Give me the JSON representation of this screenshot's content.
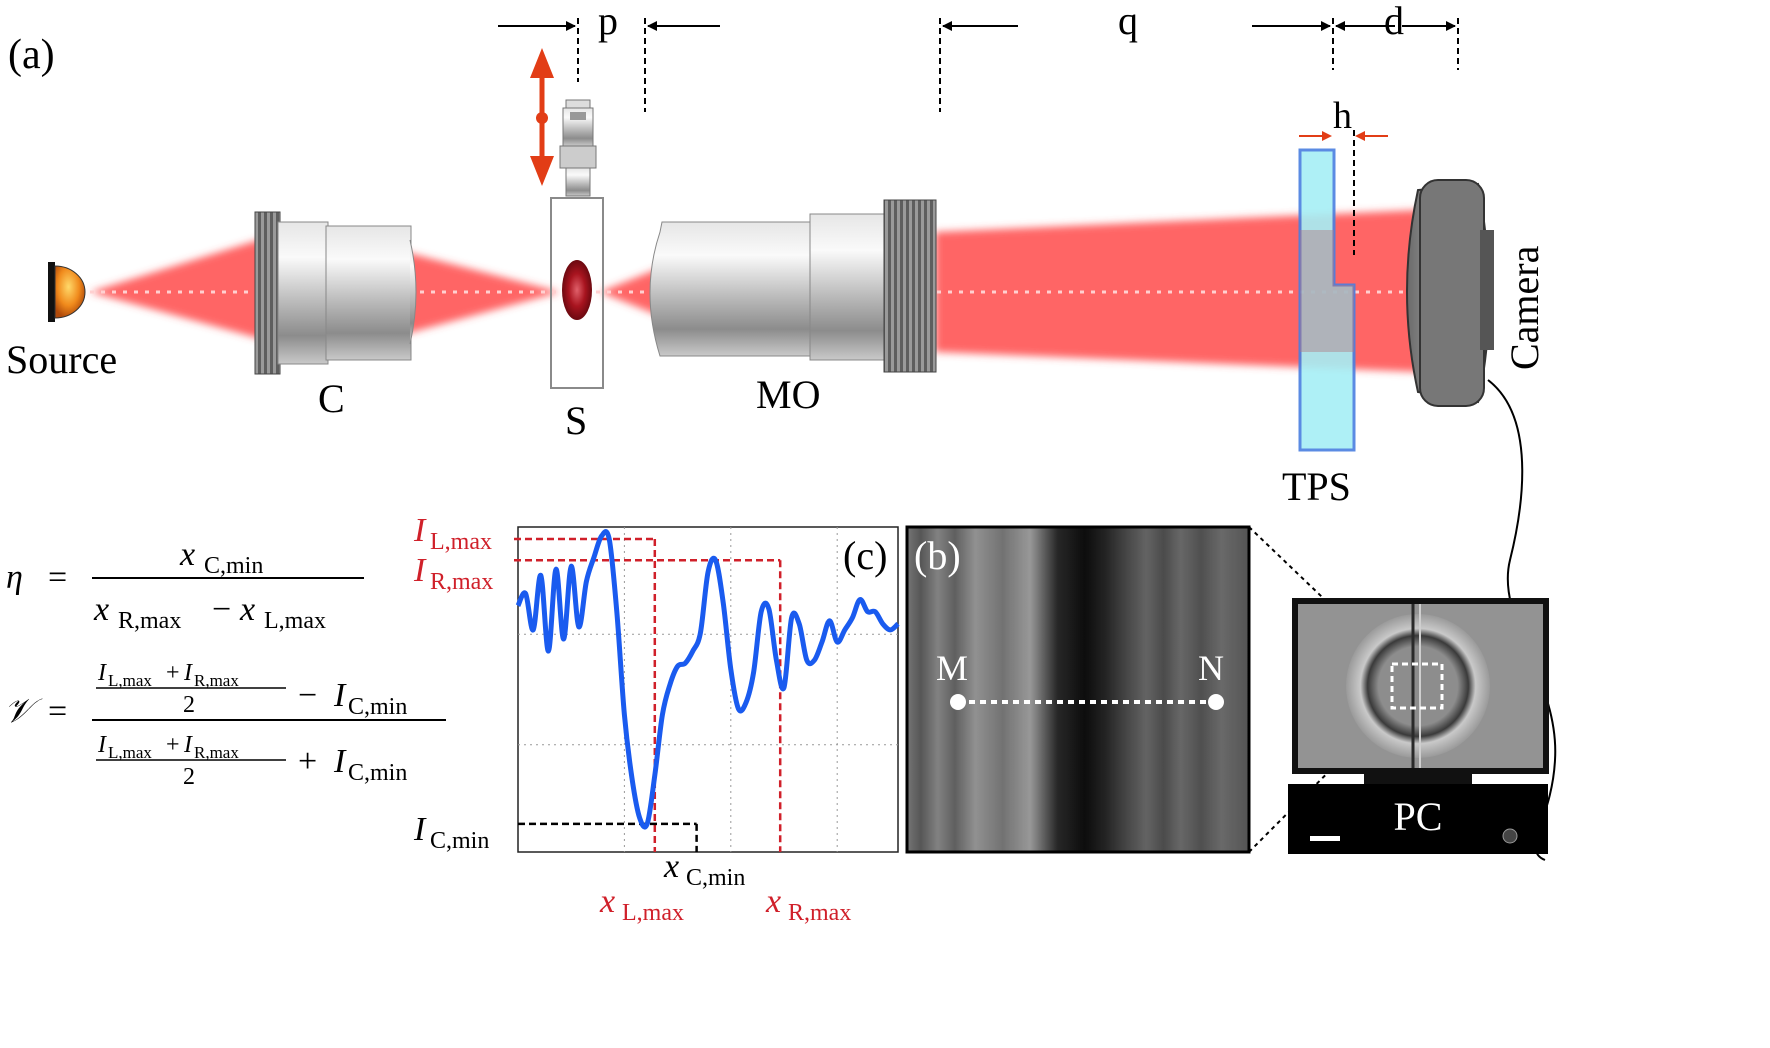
{
  "panel_labels": {
    "a": "(a)",
    "b": "(b)",
    "c": "(c)"
  },
  "components": {
    "source": "Source",
    "collimator": "C",
    "sample": "S",
    "objective": "MO",
    "tps": "TPS",
    "camera": "Camera",
    "pc": "PC"
  },
  "distances": {
    "p": "p",
    "q": "q",
    "d": "d",
    "h": "h"
  },
  "line_points": {
    "m": "M",
    "n": "N"
  },
  "equations": {
    "eta": {
      "lhs": "η",
      "eq": "=",
      "num": "x",
      "num_sub": "C,min",
      "den_a": "x",
      "den_a_sub": "R,max",
      "minus": "−",
      "den_b": "x",
      "den_b_sub": "L,max"
    },
    "visibility": {
      "lhs": "𝒱",
      "eq": "=",
      "num_frac_top": "I",
      "num_frac_top_sub1": "L,max",
      "num_frac_plus": "+",
      "num_frac_top2": "I",
      "num_frac_top_sub2": "R,max",
      "num_frac_den": "2",
      "num_op": "−",
      "num_term": "I",
      "num_term_sub": "C,min",
      "den_frac_top": "I",
      "den_frac_top_sub1": "L,max",
      "den_frac_plus": "+",
      "den_frac_top2": "I",
      "den_frac_top_sub2": "R,max",
      "den_frac_den": "2",
      "den_op": "+",
      "den_term": "I",
      "den_term_sub": "C,min"
    }
  },
  "plot_labels": {
    "i_l_max": "I",
    "i_l_max_sub": "L,max",
    "i_r_max": "I",
    "i_r_max_sub": "R,max",
    "i_c_min": "I",
    "i_c_min_sub": "C,min",
    "x_c_min": "x",
    "x_c_min_sub": "C,min",
    "x_l_max": "x",
    "x_l_max_sub": "L,max",
    "x_r_max": "x",
    "x_r_max_sub": "R,max"
  },
  "chart_data": {
    "type": "line",
    "title": "",
    "xlabel": "",
    "ylabel": "",
    "xlim": [
      0,
      100
    ],
    "ylim": [
      0,
      100
    ],
    "grid": true,
    "x": [
      0,
      2,
      4,
      6,
      8,
      10,
      12,
      14,
      16,
      18,
      20,
      22,
      24,
      26,
      28,
      30,
      32,
      34,
      36,
      38,
      40,
      42,
      44,
      46,
      48,
      50,
      52,
      54,
      56,
      58,
      60,
      62,
      64,
      66,
      68,
      70,
      72,
      74,
      76,
      78,
      80,
      82,
      84,
      86,
      88,
      90,
      92,
      94,
      96,
      98,
      100
    ],
    "y": [
      78,
      82,
      70,
      88,
      63,
      90,
      67,
      91,
      71,
      86,
      94,
      101,
      100,
      76,
      42,
      21,
      8,
      6,
      22,
      42,
      52,
      58,
      59,
      63,
      69,
      89,
      93,
      79,
      57,
      44,
      46,
      56,
      76,
      77,
      60,
      51,
      74,
      72,
      60,
      60,
      66,
      73,
      66,
      70,
      74,
      80,
      76,
      76,
      72,
      70,
      72
    ],
    "markers": {
      "x_l_max": 36,
      "x_c_min": 47,
      "x_r_max": 69,
      "i_l_max": 100,
      "i_r_max": 93,
      "i_c_min": 6
    }
  },
  "colors": {
    "beam": "#ff3b3b",
    "red_label": "#d0202a",
    "plot_line": "#1a5bef",
    "tps_fill": "#a6eff6",
    "tps_edge": "#4a7fe0",
    "arrow_red": "#e23d16"
  }
}
